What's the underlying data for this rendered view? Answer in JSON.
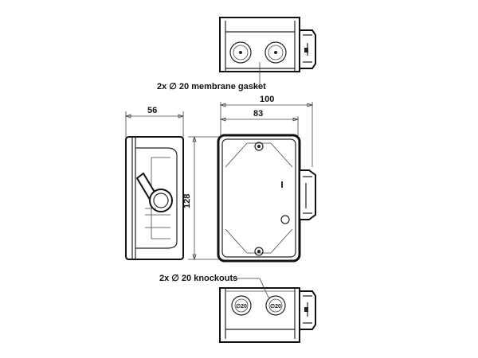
{
  "labels": {
    "membrane_gasket": "2x ∅ 20 membrane gasket",
    "knockouts": "2x ∅ 20 knockouts",
    "knockout_text": "∅20"
  },
  "dimensions": {
    "width_total": "100",
    "width_body": "83",
    "depth": "56",
    "height": "128"
  }
}
